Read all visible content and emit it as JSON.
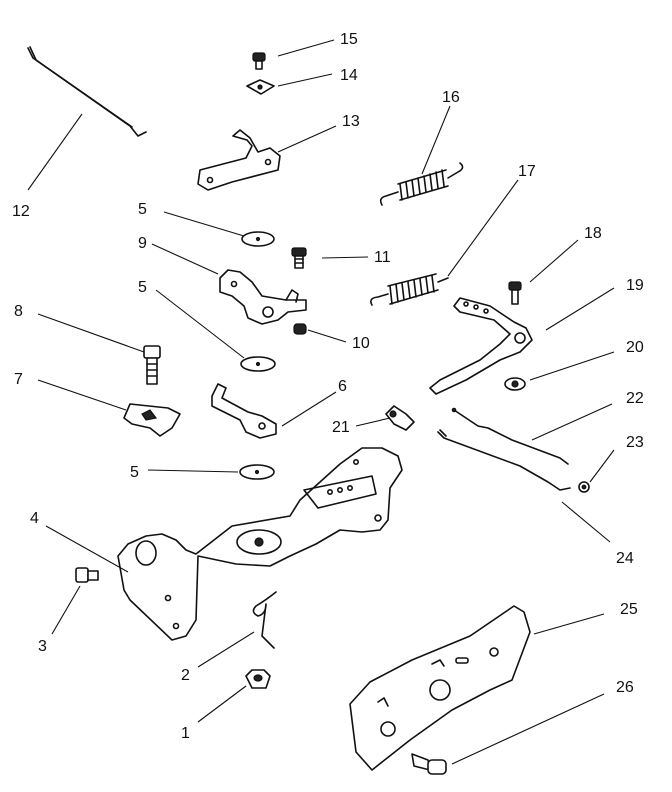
{
  "callouts": [
    "1",
    "2",
    "3",
    "4",
    "5",
    "5",
    "5",
    "6",
    "7",
    "8",
    "9",
    "10",
    "11",
    "12",
    "13",
    "14",
    "15",
    "16",
    "17",
    "18",
    "19",
    "20",
    "21",
    "22",
    "23",
    "24",
    "25",
    "26"
  ]
}
